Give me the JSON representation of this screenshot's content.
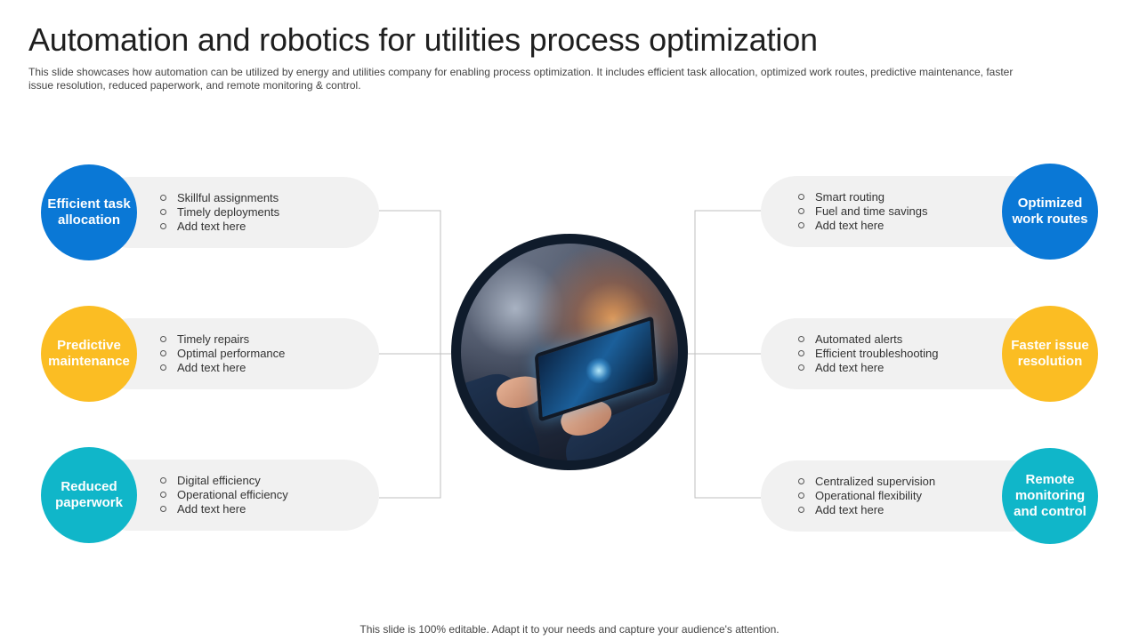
{
  "title": "Automation and robotics for utilities process optimization",
  "subtitle": "This slide showcases how automation can be utilized by energy and utilities company for enabling process optimization. It includes efficient task allocation, optimized work routes, predictive maintenance, faster issue resolution, reduced paperwork, and remote monitoring & control.",
  "footer": "This slide is 100% editable. Adapt it to your needs and capture your audience's attention.",
  "colors": {
    "blue": "#0a78d6",
    "yellow": "#fbbd23",
    "teal": "#10b6c9",
    "ring": "#0f1b2b",
    "pill": "#f1f1f1"
  },
  "left": [
    {
      "label": "Efficient task allocation",
      "points": [
        "Skillful assignments",
        "Timely deployments",
        "Add text here"
      ]
    },
    {
      "label": "Predictive maintenance",
      "points": [
        "Timely repairs",
        "Optimal performance",
        "Add text here"
      ]
    },
    {
      "label": "Reduced paperwork",
      "points": [
        "Digital efficiency",
        "Operational efficiency",
        "Add text here"
      ]
    }
  ],
  "right": [
    {
      "label": "Optimized work routes",
      "points": [
        "Smart routing",
        "Fuel and time savings",
        "Add text here"
      ]
    },
    {
      "label": "Faster issue resolution",
      "points": [
        "Automated alerts",
        "Efficient troubleshooting",
        "Add text here"
      ]
    },
    {
      "label": "Remote monitoring and control",
      "points": [
        "Centralized supervision",
        "Operational flexibility",
        "Add text here"
      ]
    }
  ]
}
